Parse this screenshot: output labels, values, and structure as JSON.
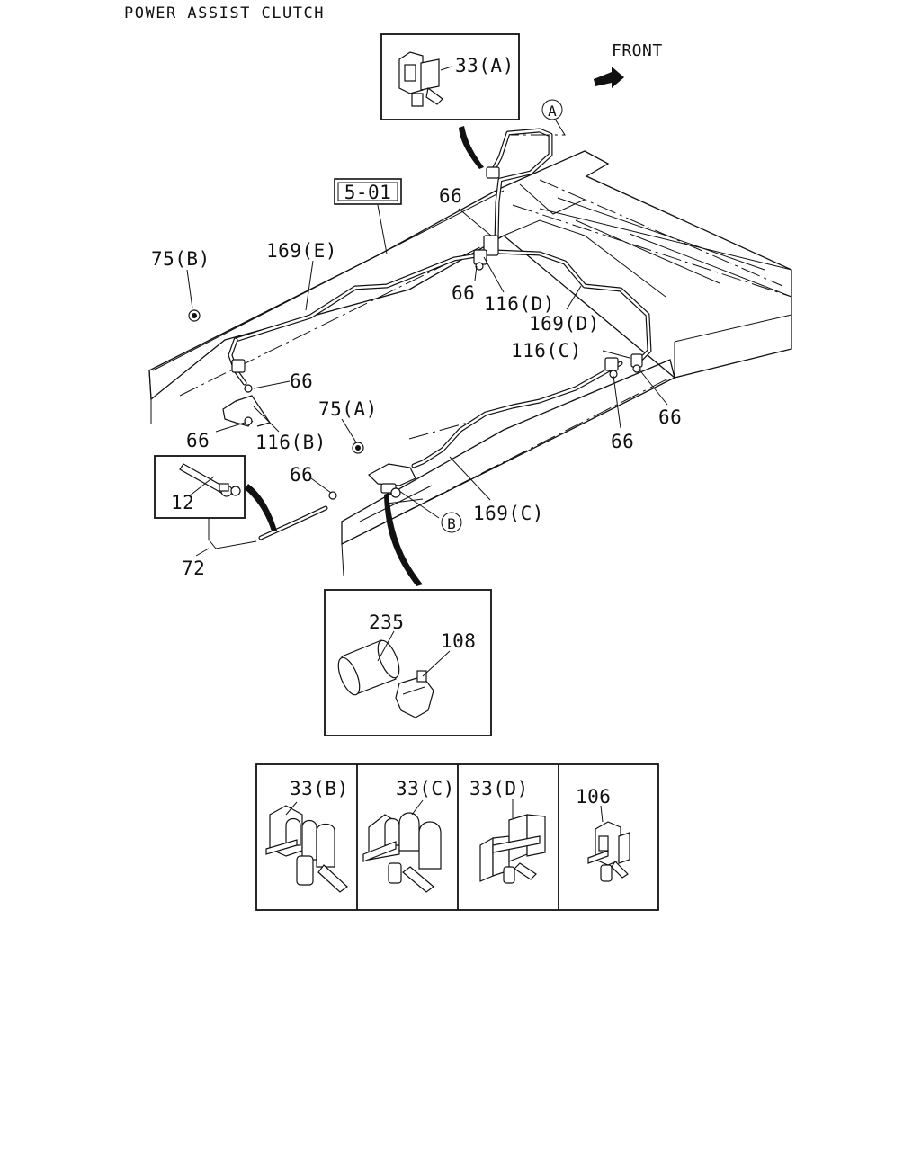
{
  "title": "POWER ASSIST CLUTCH",
  "front_label": "FRONT",
  "ref_box": "5-01",
  "callouts": {
    "a": "A",
    "b": "B"
  },
  "labels": {
    "c33a": "33(A)",
    "c66_top": "66",
    "c75b": "75(B)",
    "c169e": "169(E)",
    "c66_mid": "66",
    "c116d": "116(D)",
    "c169d": "169(D)",
    "c116c": "116(C)",
    "c66_left": "66",
    "c66_bl": "66",
    "c116b": "116(B)",
    "c75a": "75(A)",
    "c66_right": "66",
    "c66_rlow": "66",
    "c66_lower": "66",
    "c12": "12",
    "c169c": "169(C)",
    "c72": "72",
    "c235": "235",
    "c108": "108",
    "c33b": "33(B)",
    "c33c": "33(C)",
    "c33d": "33(D)",
    "c106": "106"
  }
}
